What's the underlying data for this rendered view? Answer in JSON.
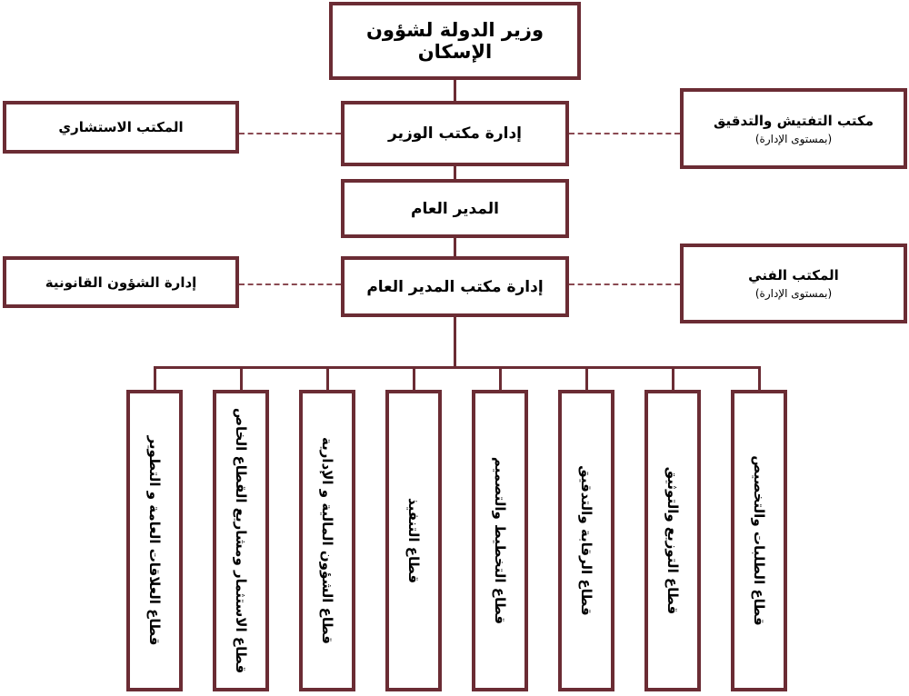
{
  "colors": {
    "border": "#6b2c34",
    "dash": "#8a4a52"
  },
  "minister": "وزير الدولة لشؤون الإسكان",
  "minister_office": "إدارة مكتب الوزير",
  "advisory_office": "المكتب الاستشاري",
  "inspection_office": {
    "title": "مكتب التفتيش والتدقيق",
    "level": "(بمستوى الإدارة)"
  },
  "general_director": "المدير العام",
  "gd_office": "إدارة مكتب المدير العام",
  "legal_affairs": "إدارة الشؤون القانونية",
  "technical_office": {
    "title": "المكتب الفني",
    "level": "(بمستوى الإدارة)"
  },
  "sectors": [
    "قطاع العلاقات العامة و التطوير",
    "قطاع الاستثمار ومشاريع القطاع الخاص",
    "قطاع الشؤون المالية و الإدارية",
    "قطاع التنفيذ",
    "قطاع التخطيط والتصميم",
    "قطاع الرقابة والتدقيق",
    "قطاع التوزيع والتوثيق",
    "قطاع الطلبات والتخصيص"
  ]
}
